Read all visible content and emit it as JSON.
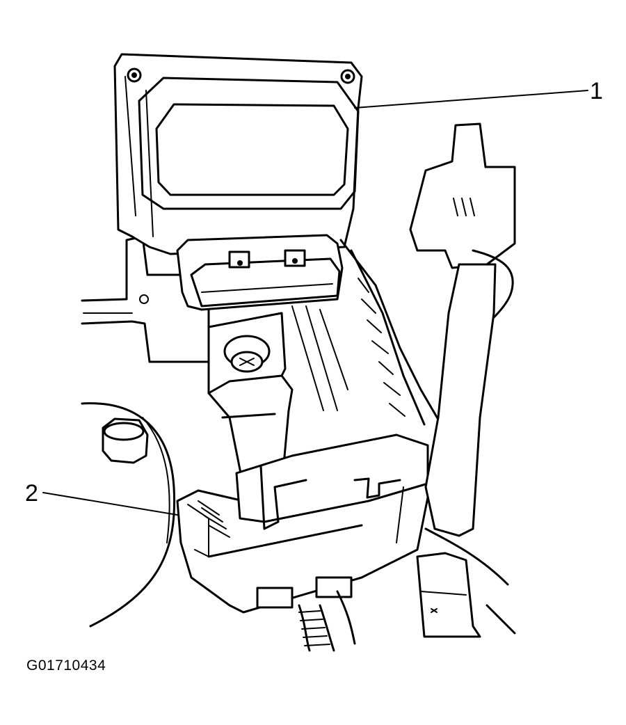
{
  "figure": {
    "callouts": [
      {
        "label": "1"
      },
      {
        "label": "2"
      }
    ],
    "figure_id": "G01710434"
  }
}
